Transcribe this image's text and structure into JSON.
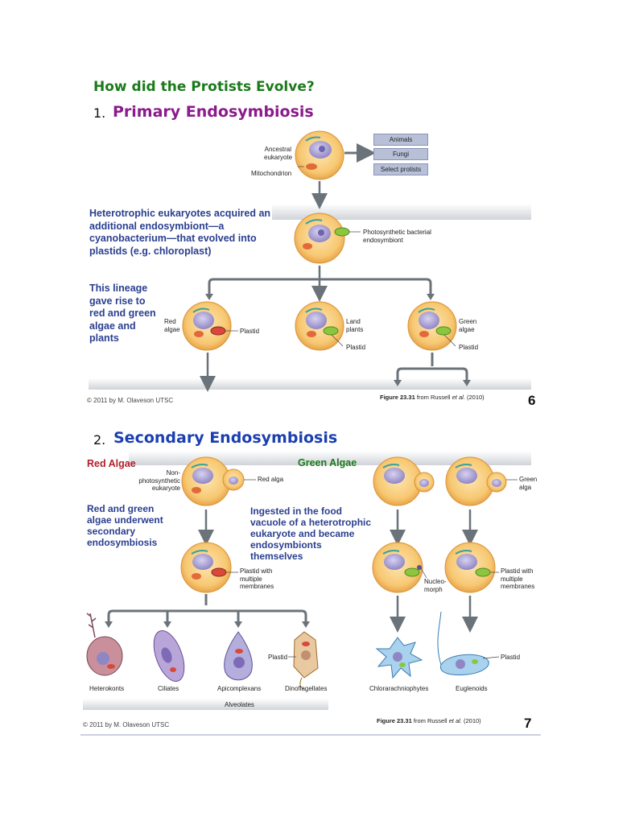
{
  "slide1": {
    "title": "How did the Protists Evolve?",
    "section_number": "1.",
    "section_title": "Primary Endosymbiosis",
    "ancestral_label": "Ancestral eukaryote",
    "mitochondrion_label": "Mitochondrion",
    "outcomes": [
      "Animals",
      "Fungi",
      "Select protists"
    ],
    "text1": "Heterotrophic eukaryotes acquired an additional endosymbiont—a cyanobacterium—that evolved into plastids (e.g. chloroplast)",
    "photosynthetic_label": "Photosynthetic bacterial endosymbiont",
    "text2": "This lineage gave rise to red and green algae and plants",
    "red_algae_label": "Red algae",
    "plastid_label": "Plastid",
    "land_plants_label": "Land plants",
    "green_algae_label": "Green algae",
    "copyright": "© 2011 by M. Olaveson UTSC",
    "figure_bold": "Figure 23.31",
    "figure_rest": " from Russell ",
    "figure_etal": "et al.",
    "figure_year": " (2010)",
    "page_number": "6",
    "colors": {
      "title": "#1a7a1a",
      "section": "#8b1a8b",
      "body_text": "#2a3f8f"
    }
  },
  "slide2": {
    "section_number": "2.",
    "section_title": "Secondary Endosymbiosis",
    "red_algae_heading": "Red Algae",
    "green_algae_heading": "Green Algae",
    "nonphoto_label": "Non-photosynthetic eukaryote",
    "red_alga_label": "Red alga",
    "green_alga_label": "Green alga",
    "text1": "Red and green algae underwent secondary endosymbiosis",
    "text2": "Ingested in the food vacuole of a heterotrophic eukaryote and became endosymbionts themselves",
    "plastid_multi_label": "Plastid with multiple membranes",
    "nucleomorph_label": "Nucleo-morph",
    "plastid_label": "Plastid",
    "groups": [
      "Heterokonts",
      "Ciliates",
      "Apicomplexans",
      "Dinoflagellates",
      "Chlorarachniophytes",
      "Euglenoids"
    ],
    "alveolates_label": "Alveolates",
    "copyright": "© 2011 by M. Olaveson UTSC",
    "figure_bold": "Figure 23.31",
    "figure_rest": " from Russell ",
    "figure_etal": "et al.",
    "figure_year": " (2010)",
    "page_number": "7",
    "colors": {
      "section": "#1a3fb0",
      "red": "#b0202a",
      "green": "#1a7a1a",
      "body_text": "#2a3f8f"
    }
  }
}
